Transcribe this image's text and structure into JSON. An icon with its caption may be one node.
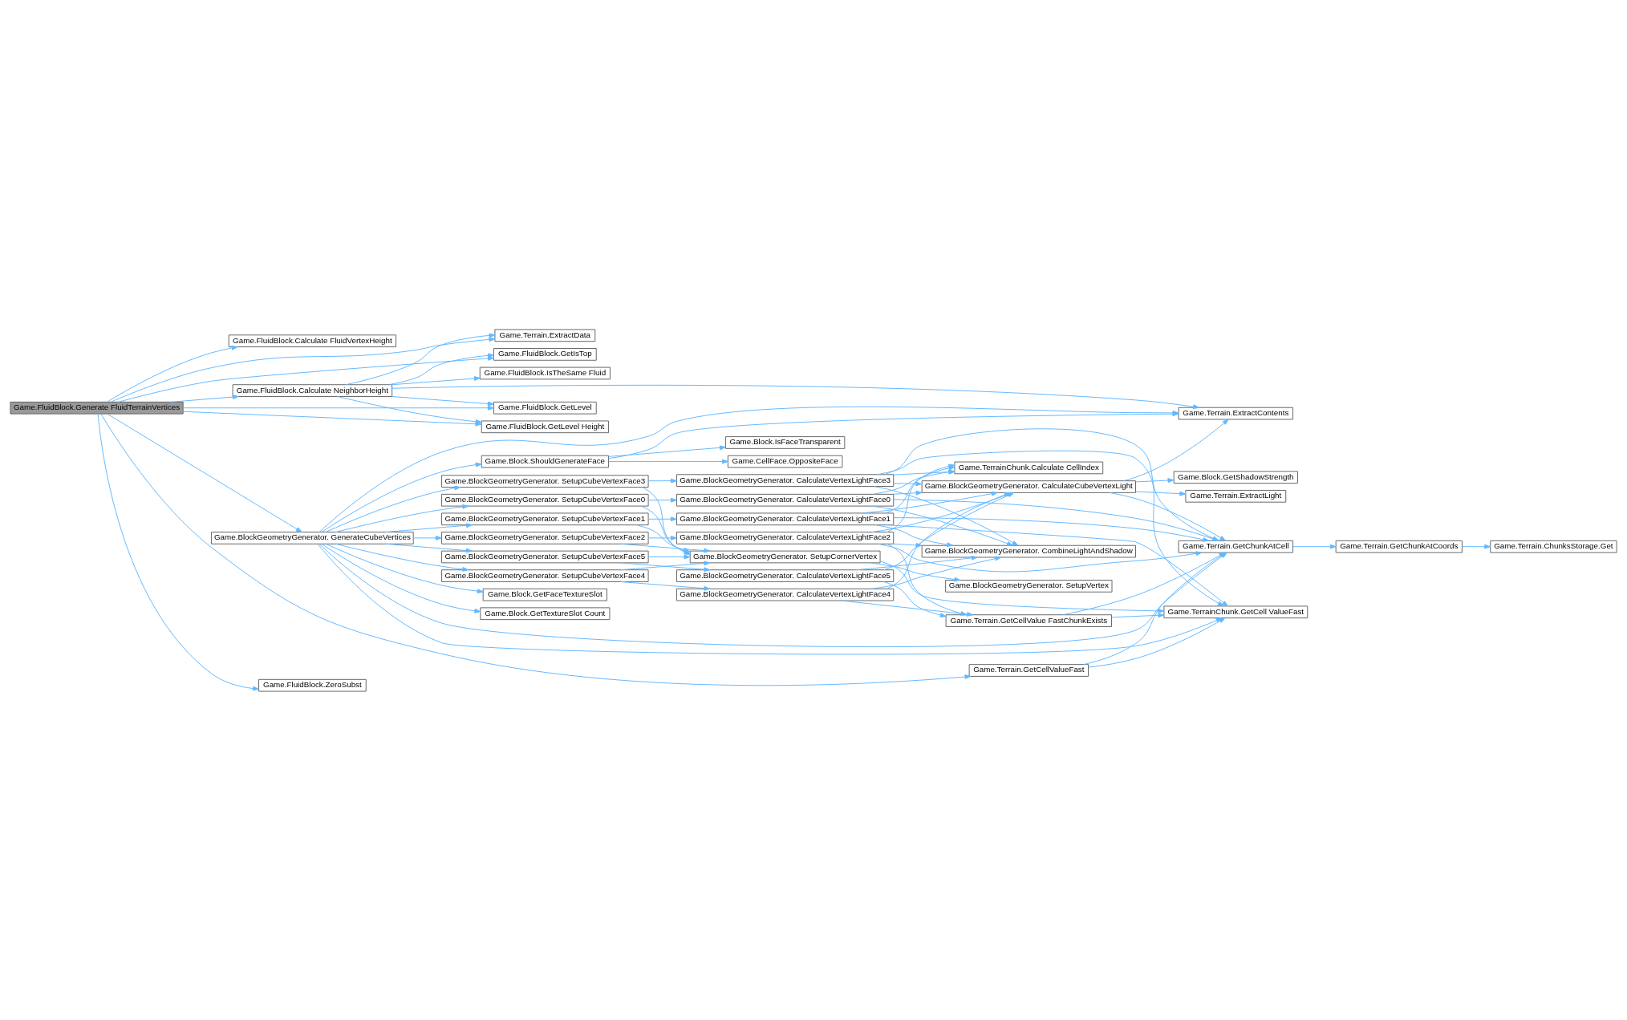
{
  "diagram": {
    "nodes": [
      {
        "text": [
          "Game.FluidBlock.Generate FluidTerrainVertices"
        ]
      },
      {
        "text": [
          "Game.FluidBlock.Calculate FluidVertexHeight"
        ]
      },
      {
        "text": [
          "Game.Terrain.ExtractData"
        ]
      },
      {
        "text": [
          "Game.FluidBlock.Calculate NeighborHeight"
        ]
      },
      {
        "text": [
          "Game.FluidBlock.IsTheSame Fluid"
        ]
      },
      {
        "text": [
          "Game.FluidBlock.GetIsTop"
        ]
      },
      {
        "text": [
          "Game.FluidBlock.GetLevel"
        ]
      },
      {
        "text": [
          "Game.FluidBlock.GetLevel Height"
        ]
      },
      {
        "text": [
          "Game.Terrain.ExtractContents"
        ]
      },
      {
        "text": [
          "Game.BlockGeometryGenerator. GenerateCubeVertices"
        ]
      },
      {
        "text": [
          "Game.Block.ShouldGenerateFace"
        ]
      },
      {
        "text": [
          "Game.Block.IsFaceTransparent"
        ]
      },
      {
        "text": [
          "Game.CellFace.OppositeFace"
        ]
      },
      {
        "text": [
          "Game.BlockGeometryGenerator. SetupCubeVertexFace3"
        ]
      },
      {
        "text": [
          "Game.BlockGeometryGenerator. SetupCubeVertexFace0"
        ]
      },
      {
        "text": [
          "Game.BlockGeometryGenerator. SetupCubeVertexFace1"
        ]
      },
      {
        "text": [
          "Game.BlockGeometryGenerator. SetupCubeVertexFace2"
        ]
      },
      {
        "text": [
          "Game.BlockGeometryGenerator. SetupCubeVertexFace5"
        ]
      },
      {
        "text": [
          "Game.BlockGeometryGenerator. SetupCubeVertexFace4"
        ]
      },
      {
        "text": [
          "Game.Block.GetFaceTextureSlot"
        ]
      },
      {
        "text": [
          "Game.Block.GetTextureSlot Count"
        ]
      },
      {
        "text": [
          "Game.BlockGeometryGenerator. CalculateVertexLightFace3"
        ]
      },
      {
        "text": [
          "Game.BlockGeometryGenerator. CalculateVertexLightFace0"
        ]
      },
      {
        "text": [
          "Game.BlockGeometryGenerator. CalculateVertexLightFace1"
        ]
      },
      {
        "text": [
          "Game.BlockGeometryGenerator. CalculateVertexLightFace2"
        ]
      },
      {
        "text": [
          "Game.BlockGeometryGenerator. SetupCornerVertex"
        ]
      },
      {
        "text": [
          "Game.BlockGeometryGenerator. CalculateVertexLightFace5"
        ]
      },
      {
        "text": [
          "Game.BlockGeometryGenerator. CalculateVertexLightFace4"
        ]
      },
      {
        "text": [
          "Game.TerrainChunk.Calculate CellIndex"
        ]
      },
      {
        "text": [
          "Game.BlockGeometryGenerator. CalculateCubeVertexLight"
        ]
      },
      {
        "text": [
          "Game.BlockGeometryGenerator. CombineLightAndShadow"
        ]
      },
      {
        "text": [
          "Game.BlockGeometryGenerator. SetupVertex"
        ]
      },
      {
        "text": [
          "Game.Terrain.GetCellValue FastChunkExists"
        ]
      },
      {
        "text": [
          "Game.Terrain.GetCellValueFast"
        ]
      },
      {
        "text": [
          "Game.Block.GetShadowStrength"
        ]
      },
      {
        "text": [
          "Game.Terrain.ExtractLight"
        ]
      },
      {
        "text": [
          "Game.Terrain.GetChunkAtCell"
        ]
      },
      {
        "text": [
          "Game.TerrainChunk.GetCell ValueFast"
        ]
      },
      {
        "text": [
          "Game.Terrain.GetChunkAtCoords"
        ]
      },
      {
        "text": [
          "Game.Terrain.ChunksStorage.Get"
        ]
      },
      {
        "text": [
          "Game.FluidBlock.ZeroSubst"
        ]
      }
    ],
    "edges": [
      {
        "from": 0,
        "to": 1,
        "arrow": "to"
      },
      {
        "from": 0,
        "to": 2,
        "arrow": "to"
      },
      {
        "from": 0,
        "to": 3,
        "arrow": "to"
      },
      {
        "from": 0,
        "to": 5,
        "arrow": "to"
      },
      {
        "from": 0,
        "to": 6,
        "arrow": "to"
      },
      {
        "from": 0,
        "to": 7,
        "arrow": "to"
      },
      {
        "from": 0,
        "to": 9,
        "arrow": "to"
      },
      {
        "from": 0,
        "to": 33,
        "arrow": "to"
      },
      {
        "from": 0,
        "to": 40,
        "arrow": "to"
      },
      {
        "from": 3,
        "to": 2,
        "arrow": "to"
      },
      {
        "from": 3,
        "to": 4,
        "arrow": "to"
      },
      {
        "from": 3,
        "to": 8,
        "arrow": "to"
      },
      {
        "from": 3,
        "to": 5,
        "arrow": "to"
      },
      {
        "from": 3,
        "to": 6,
        "arrow": "to"
      },
      {
        "from": 3,
        "to": 7,
        "arrow": "to"
      },
      {
        "from": 9,
        "to": 8,
        "arrow": "to"
      },
      {
        "from": 9,
        "to": 10,
        "arrow": "to"
      },
      {
        "from": 9,
        "to": 36,
        "arrow": "to"
      },
      {
        "from": 9,
        "to": 13,
        "arrow": "to"
      },
      {
        "from": 9,
        "to": 14,
        "arrow": "to"
      },
      {
        "from": 9,
        "to": 15,
        "arrow": "to"
      },
      {
        "from": 9,
        "to": 16,
        "arrow": "to"
      },
      {
        "from": 9,
        "to": 17,
        "arrow": "to"
      },
      {
        "from": 9,
        "to": 18,
        "arrow": "to"
      },
      {
        "from": 9,
        "to": 19,
        "arrow": "to"
      },
      {
        "from": 9,
        "to": 20,
        "arrow": "to"
      },
      {
        "from": 9,
        "to": 37,
        "arrow": "to"
      },
      {
        "from": 10,
        "to": 8,
        "arrow": "to"
      },
      {
        "from": 10,
        "to": 11,
        "arrow": "to"
      },
      {
        "from": 10,
        "to": 12,
        "arrow": "to"
      },
      {
        "from": 13,
        "to": 21,
        "arrow": "to"
      },
      {
        "from": 13,
        "to": 25,
        "arrow": "to"
      },
      {
        "from": 14,
        "to": 22,
        "arrow": "to"
      },
      {
        "from": 14,
        "to": 25,
        "arrow": "to"
      },
      {
        "from": 15,
        "to": 23,
        "arrow": "to"
      },
      {
        "from": 15,
        "to": 25,
        "arrow": "to"
      },
      {
        "from": 16,
        "to": 24,
        "arrow": "to"
      },
      {
        "from": 16,
        "to": 25,
        "arrow": "to"
      },
      {
        "from": 17,
        "to": 25,
        "arrow": "to"
      },
      {
        "from": 17,
        "to": 26,
        "arrow": "to"
      },
      {
        "from": 18,
        "to": 25,
        "arrow": "to"
      },
      {
        "from": 18,
        "to": 27,
        "arrow": "to"
      },
      {
        "from": 21,
        "to": 28,
        "arrow": "to"
      },
      {
        "from": 21,
        "to": 29,
        "arrow": "to"
      },
      {
        "from": 21,
        "to": 30,
        "arrow": "to"
      },
      {
        "from": 21,
        "to": 36,
        "arrow": "to"
      },
      {
        "from": 21,
        "to": 37,
        "arrow": "to"
      },
      {
        "from": 22,
        "to": 28,
        "arrow": "to"
      },
      {
        "from": 22,
        "to": 29,
        "arrow": "to"
      },
      {
        "from": 22,
        "to": 30,
        "arrow": "to"
      },
      {
        "from": 22,
        "to": 36,
        "arrow": "to"
      },
      {
        "from": 23,
        "to": 28,
        "arrow": "to"
      },
      {
        "from": 23,
        "to": 29,
        "arrow": "to"
      },
      {
        "from": 23,
        "to": 30,
        "arrow": "to"
      },
      {
        "from": 23,
        "to": 36,
        "arrow": "to"
      },
      {
        "from": 23,
        "to": 37,
        "arrow": "to"
      },
      {
        "from": 24,
        "to": 28,
        "arrow": "to"
      },
      {
        "from": 24,
        "to": 29,
        "arrow": "to"
      },
      {
        "from": 24,
        "to": 30,
        "arrow": "to"
      },
      {
        "from": 24,
        "to": 32,
        "arrow": "to"
      },
      {
        "from": 24,
        "to": 36,
        "arrow": "to"
      },
      {
        "from": 25,
        "to": 31,
        "arrow": "to"
      },
      {
        "from": 25,
        "to": 37,
        "arrow": "to"
      },
      {
        "from": 26,
        "to": 29,
        "arrow": "to"
      },
      {
        "from": 26,
        "to": 30,
        "arrow": "to"
      },
      {
        "from": 26,
        "to": 32,
        "arrow": "to"
      },
      {
        "from": 27,
        "to": 29,
        "arrow": "to"
      },
      {
        "from": 27,
        "to": 30,
        "arrow": "to"
      },
      {
        "from": 27,
        "to": 32,
        "arrow": "to"
      },
      {
        "from": 29,
        "to": 8,
        "arrow": "to"
      },
      {
        "from": 29,
        "to": 34,
        "arrow": "to"
      },
      {
        "from": 29,
        "to": 35,
        "arrow": "to"
      },
      {
        "from": 29,
        "to": 36,
        "arrow": "to"
      },
      {
        "from": 32,
        "to": 36,
        "arrow": "to"
      },
      {
        "from": 32,
        "to": 37,
        "arrow": "to"
      },
      {
        "from": 33,
        "to": 36,
        "arrow": "to"
      },
      {
        "from": 33,
        "to": 37,
        "arrow": "to"
      },
      {
        "from": 36,
        "to": 38,
        "arrow": "to"
      },
      {
        "from": 38,
        "to": 39,
        "arrow": "to"
      }
    ]
  }
}
